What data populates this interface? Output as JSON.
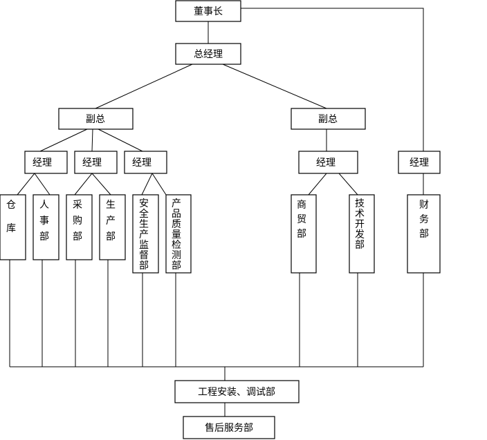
{
  "nodes": {
    "chairman": "董事长",
    "general_manager": "总经理",
    "vp_left": "副总",
    "vp_right": "副总",
    "mgr_1": "经理",
    "mgr_2": "经理",
    "mgr_3": "经理",
    "mgr_4": "经理",
    "mgr_5": "经理",
    "warehouse": "仓库",
    "hr": "人事部",
    "purchasing": "采购部",
    "production": "生产部",
    "safety_supervision": "安全生产监督部",
    "quality_inspection": "产品质量检测部",
    "trade": "商贸部",
    "tech_dev": "技术开发部",
    "finance": "财务部",
    "installation": "工程安装、调试部",
    "after_sales": "售后服务部"
  }
}
